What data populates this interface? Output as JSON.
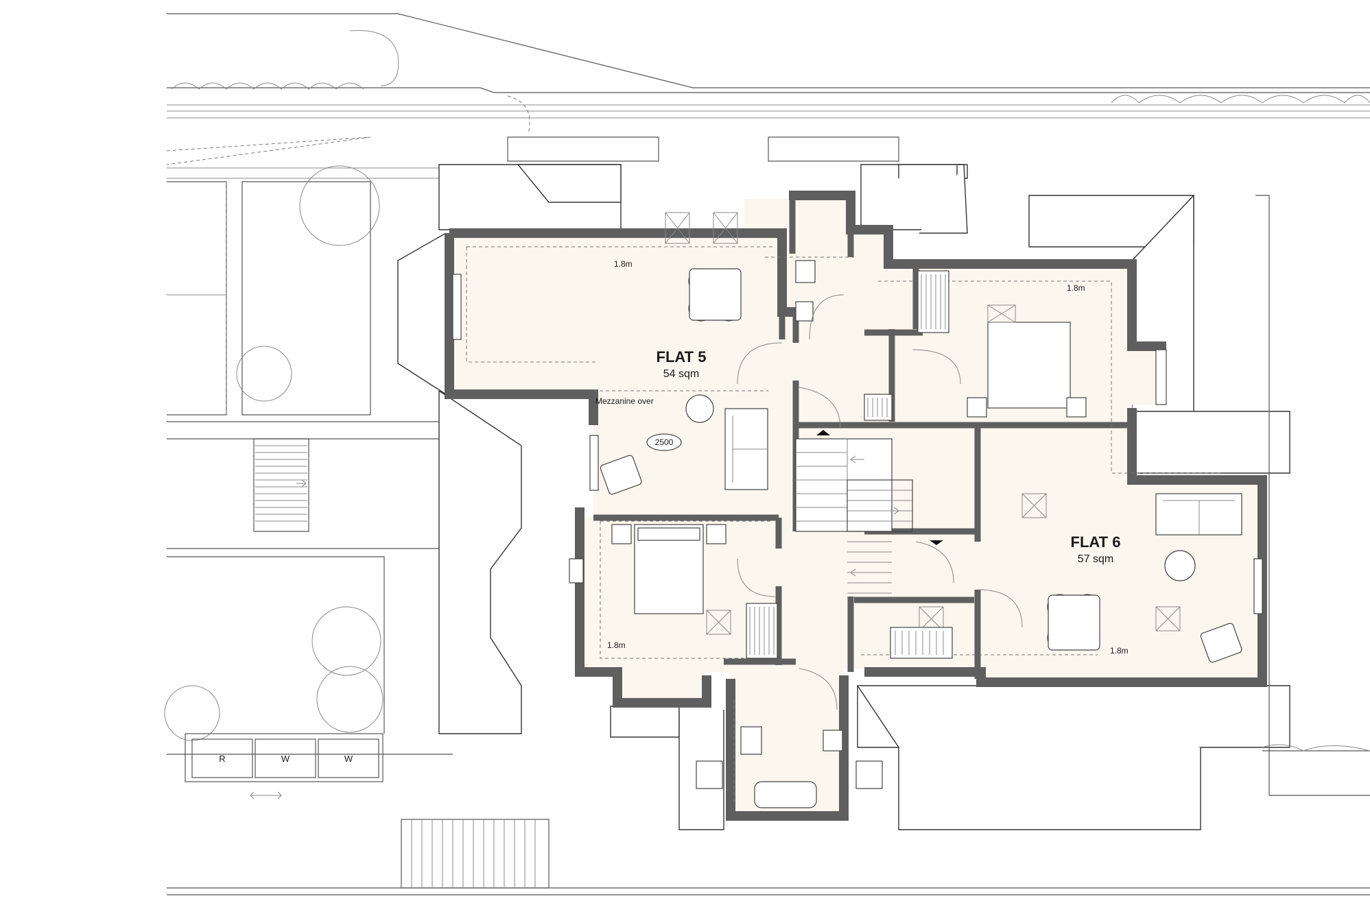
{
  "flats": [
    {
      "name": "FLAT 5",
      "area": "54 sqm"
    },
    {
      "name": "FLAT 6",
      "area": "57 sqm"
    }
  ],
  "labels": {
    "mezzanine": "Mezzanine over",
    "height_tag": "2500",
    "h1": "1.8m",
    "h2": "1.8m",
    "h3": "1.8m",
    "h4": "1.8m"
  },
  "bins": [
    "R",
    "W",
    "W"
  ],
  "colors": {
    "wall": "#5f5f5f",
    "floor": "#fbf6ee",
    "line": "#555555"
  }
}
